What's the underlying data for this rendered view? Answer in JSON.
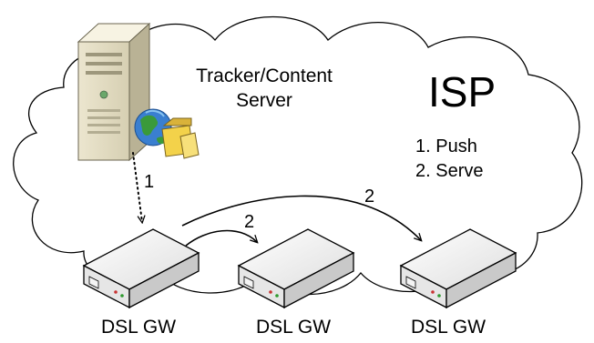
{
  "isp": {
    "title": "ISP"
  },
  "server": {
    "label_line1": "Tracker/Content",
    "label_line2": "Server",
    "icon": "server-tower-icon"
  },
  "steps": [
    "1. Push",
    "2. Serve"
  ],
  "edges": [
    {
      "label": "1",
      "from": "server",
      "to": "gateway-1",
      "style": "dotted"
    },
    {
      "label": "2",
      "from": "gateway-1",
      "to": "gateway-2",
      "style": "solid"
    },
    {
      "label": "2",
      "from": "gateway-1",
      "to": "gateway-3",
      "style": "solid"
    }
  ],
  "gateways": [
    {
      "label": "DSL GW",
      "icon": "dsl-gateway-icon"
    },
    {
      "label": "DSL GW",
      "icon": "dsl-gateway-icon"
    },
    {
      "label": "DSL GW",
      "icon": "dsl-gateway-icon"
    }
  ],
  "colors": {
    "cloud_stroke": "#000000",
    "server_body": "#f0ead0",
    "globe": "#3a7fd0",
    "land": "#3a9a3a",
    "folder": "#f3d24a"
  }
}
